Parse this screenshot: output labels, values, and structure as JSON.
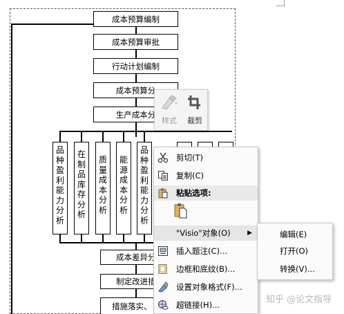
{
  "flowchart": {
    "boxes": [
      "成本预算编制",
      "成本预算审批",
      "行动计划编制",
      "成本预算分"
    ],
    "production": "生产成本分",
    "vertical": [
      [
        "品",
        "种",
        "盈",
        "利",
        "能",
        "力",
        "分",
        "析"
      ],
      [
        "在",
        "制",
        "品",
        "库",
        "存",
        "分",
        "析"
      ],
      [
        "质",
        "量",
        "成",
        "本",
        "分",
        "析"
      ],
      [
        "能",
        "源",
        "成",
        "本",
        "分",
        "析"
      ],
      [
        "品",
        "种",
        "盈",
        "利",
        "能",
        "力",
        "分",
        "析"
      ]
    ],
    "bottom": [
      "成本差异分",
      "制定改进措",
      "措施落实、"
    ]
  },
  "mini_toolbar": {
    "style_label": "样式",
    "crop_label": "裁剪"
  },
  "context_menu": {
    "cut": "剪切(T)",
    "copy": "复制(C)",
    "paste_options": "粘贴选项:",
    "visio_object": "\"Visio\"对象(O)",
    "insert_caption": "插入题注(C)...",
    "borders_shading": "边框和底纹(B)...",
    "format_object": "设置对象格式(F)...",
    "hyperlink": "超链接(H)..."
  },
  "submenu": {
    "edit": "编辑(E)",
    "open": "打开(O)",
    "convert": "转换(V)..."
  },
  "watermark": "知乎 @论文指导",
  "colors": {
    "menu_bg": "#fafafa",
    "highlight": "#e5e5e5",
    "paste_header": "#e9e9e9"
  }
}
